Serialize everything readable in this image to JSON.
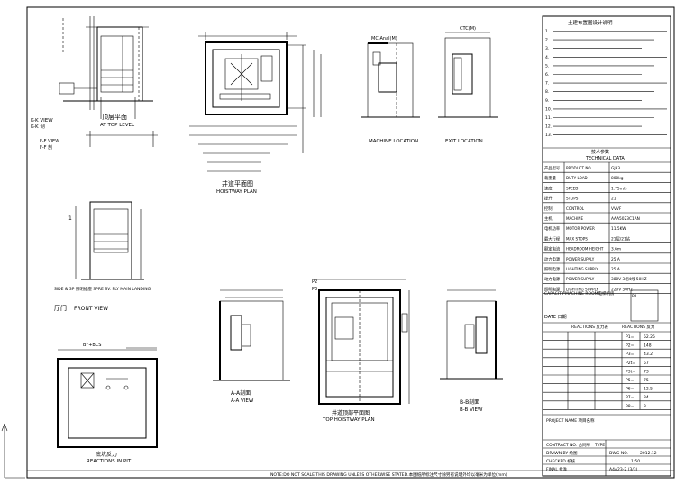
{
  "views": {
    "kk": {
      "label": "K-K VIEW",
      "label2": "K-K 剖",
      "title_cn": "顶层平面",
      "title_en": "AT TOP LEVEL",
      "ff": "F-F VIEW",
      "ff_cn": "F-F 剖"
    },
    "hoistway_plan": {
      "title_cn": "井道平面图",
      "title_en": "HOISTWAY PLAN"
    },
    "machine": {
      "title": "MACHINE LOCATION",
      "mc": "MC-Anal(M)"
    },
    "exit": {
      "title": "EXIT LOCATION",
      "dim": "CTC(M)"
    },
    "front": {
      "title_cn": "厅门",
      "title_en": "FRONT VIEW",
      "note": "SIDE & 3P 照明插座 SPRE SV. PLY MAIN LANDING"
    },
    "pit": {
      "title_cn": "底坑反力",
      "title_en": "REACTIONS IN PIT",
      "dim": "BY+BCS"
    },
    "aa": {
      "title_cn": "A-A剖面",
      "title_en": "A-A VIEW"
    },
    "top": {
      "title_cn": "井道顶部平面图",
      "title_en": "TOP HOISTWAY PLAN"
    },
    "bb": {
      "title_cn": "B-B剖面",
      "title_en": "B-B VIEW"
    }
  },
  "notes": {
    "heading": "土建布置图设计说明",
    "lines": [
      "1.",
      "2.",
      "3.",
      "4.",
      "5.",
      "6.",
      "7.",
      "8.",
      "9.",
      "10.",
      "11.",
      "12.",
      "13."
    ]
  },
  "tech": {
    "heading": "技术参数",
    "heading_en": "TECHNICAL DATA",
    "rows": [
      {
        "cn": "产品型号",
        "en": "PRODUCT NO.",
        "val": "GJ33"
      },
      {
        "cn": "载重量",
        "en": "DUTY LOAD",
        "val": "800kg"
      },
      {
        "cn": "速度",
        "en": "SPEED",
        "val": "1.75m/s"
      },
      {
        "cn": "提升",
        "en": "STOPS",
        "val": "21"
      },
      {
        "cn": "控制",
        "en": "CONTROL",
        "val": "VVVF"
      },
      {
        "cn": "主机",
        "en": "MACHINE",
        "val": "AAA5023C1AN"
      },
      {
        "cn": "电机功率",
        "en": "MOTOR POWER",
        "val": "11.5KW"
      },
      {
        "cn": "最大行程",
        "en": "MAX STOPS",
        "val": "21层/21站"
      },
      {
        "cn": "额定电流",
        "en": "HEADROOM HEIGHT",
        "val": "3.6m"
      },
      {
        "cn": "动力电源",
        "en": "POWER SUPPLY",
        "val": "25 A"
      },
      {
        "cn": "照明电源",
        "en": "LIGHTING SUPPLY",
        "val": "25 A"
      },
      {
        "cn": "动力电源",
        "en": "POWER SUPPLY",
        "val": "380V 3相4线 50HZ"
      },
      {
        "cn": "照明电源",
        "en": "LIGHTING SUPPLY",
        "val": "220V 50HZ"
      }
    ],
    "footer": "CAPACITY MACHINE ROOM电梯机房"
  },
  "reactions": {
    "heading": "REACTIONS 反力表",
    "sub": "REACTIONS 反力",
    "date": "DATE 日期",
    "rows": [
      {
        "k": "P1=",
        "v": "52.25"
      },
      {
        "k": "P2=",
        "v": "148"
      },
      {
        "k": "P3=",
        "v": "43.2"
      },
      {
        "k": "P2t=",
        "v": "57"
      },
      {
        "k": "P3t=",
        "v": "73"
      },
      {
        "k": "P5=",
        "v": "75"
      },
      {
        "k": "P6=",
        "v": "12.5"
      },
      {
        "k": "P7=",
        "v": "34"
      },
      {
        "k": "P8=",
        "v": "3"
      }
    ]
  },
  "title_block": {
    "project": "PROJECT NAME 项目名称",
    "contract": "CONTRACT NO. 合同号",
    "drawn": "DRAWN BY 绘图",
    "checked": "CHECKED 校核",
    "final": "FINAL 批准",
    "dwg_no": "DWG NO.",
    "date": "2012.12",
    "scale": "1:50",
    "ref": "A4A23-2 (3/3)",
    "type": "TYPE"
  },
  "footer_note": "NOTE:DO NOT SCALE THIS DRAWING UNLESS OTHERWISE STATED.本图纸所标注尺寸除另有说明外均以毫米为单位(mm)"
}
